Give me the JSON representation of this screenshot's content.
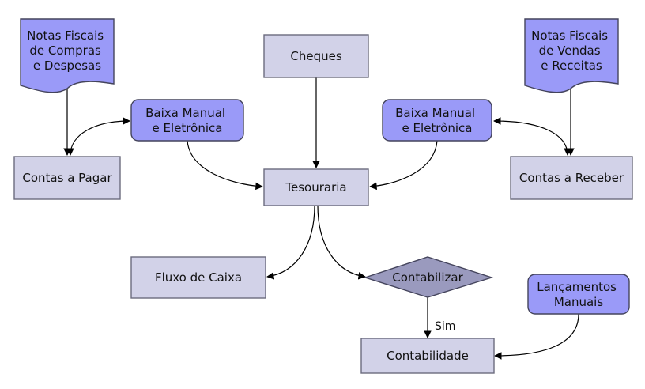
{
  "nodes": {
    "notas_compras": {
      "lines": [
        "Notas Fiscais",
        "de Compras",
        "e Despesas"
      ]
    },
    "notas_vendas": {
      "lines": [
        "Notas Fiscais",
        "de Vendas",
        "e Receitas"
      ]
    },
    "cheques": {
      "lines": [
        "Cheques"
      ]
    },
    "baixa_esq": {
      "lines": [
        "Baixa Manual",
        "e Eletrônica"
      ]
    },
    "baixa_dir": {
      "lines": [
        "Baixa Manual",
        "e Eletrônica"
      ]
    },
    "contas_pagar": {
      "lines": [
        "Contas a Pagar"
      ]
    },
    "contas_receber": {
      "lines": [
        "Contas a Receber"
      ]
    },
    "tesouraria": {
      "lines": [
        "Tesouraria"
      ]
    },
    "fluxo_caixa": {
      "lines": [
        "Fluxo de Caixa"
      ]
    },
    "contabilizar": {
      "lines": [
        "Contabilizar"
      ]
    },
    "lancamentos": {
      "lines": [
        "Lançamentos",
        "Manuais"
      ]
    },
    "contabilidade": {
      "lines": [
        "Contabilidade"
      ]
    }
  },
  "edge_labels": {
    "sim": "Sim"
  },
  "colors": {
    "box_fill": "#d2d2e8",
    "accent_fill": "#9a9af8",
    "decision_fill": "#9a9abe",
    "stroke": "#44445c"
  }
}
